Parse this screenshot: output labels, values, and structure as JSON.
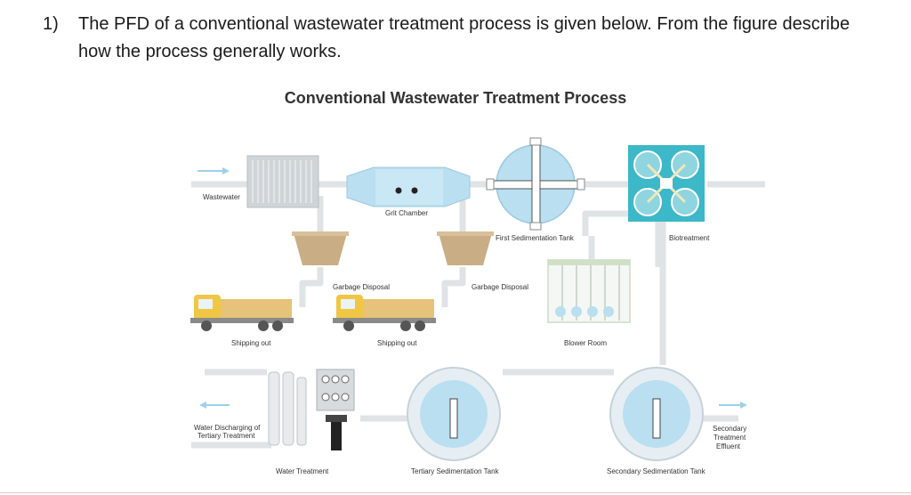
{
  "question": {
    "number": "1)",
    "text": "The PFD of a conventional wastewater treatment process is given below. From the figure describe how the process generally works."
  },
  "diagram": {
    "title": "Conventional Wastewater Treatment Process",
    "labels": {
      "wastewater": "Wastewater",
      "grit_chamber": "Grit Chamber",
      "first_sedimentation_tank": "First Sedimentation Tank",
      "biotreatment": "Biotreatment",
      "garbage_disposal_1": "Garbage Disposal",
      "garbage_disposal_2": "Garbage Disposal",
      "shipping_out_1": "Shipping out",
      "shipping_out_2": "Shipping out",
      "blower_room": "Blower Room",
      "water_discharging_line1": "Water Discharging of",
      "water_discharging_line2": "Tertiary Treatment",
      "secondary_effluent_line1": "Secondary",
      "secondary_effluent_line2": "Treatment",
      "secondary_effluent_line3": "Effluent",
      "water_treatment": "Water Treatment",
      "tertiary_sedimentation_tank": "Tertiary Sedimentation Tank",
      "secondary_sedimentation_tank": "Secondary Sedimentation Tank"
    },
    "colors": {
      "pipe": "#dfe3e6",
      "water": "#b9dff0",
      "arrow": "#9fd0ea",
      "teal": "#3cb8c8",
      "truck_cab": "#f0c645",
      "truck_bed": "#e6c27a",
      "hopper": "#c9ad84",
      "screen": "#cfd4d8"
    }
  }
}
